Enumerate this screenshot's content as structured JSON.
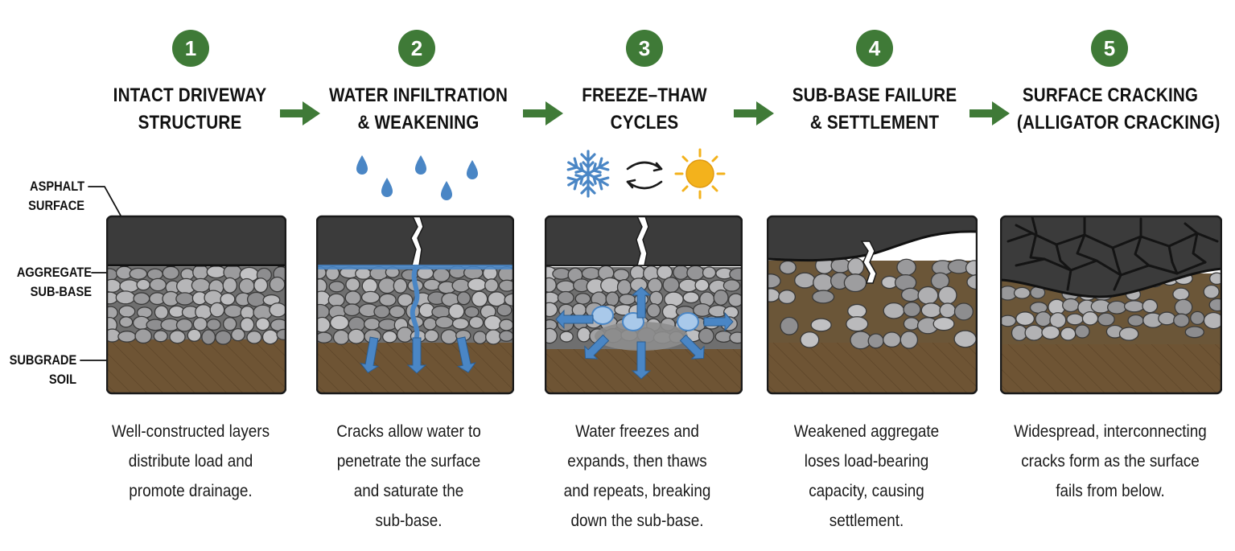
{
  "colors": {
    "accent_green": "#3f7a37",
    "water_blue": "#4a86c5",
    "asphalt": "#3b3b3b",
    "soil": "#6e5434",
    "stone": "#9a9a9a",
    "sun": "#f3b21c",
    "snow": "#4a86c5"
  },
  "icons": {
    "step_arrow": "right-arrow-icon",
    "water": "water-drop-icon",
    "freeze": "snowflake-icon",
    "cycle": "cycle-arrows-icon",
    "thaw": "sun-icon"
  },
  "layer_labels": {
    "asphalt": [
      "ASPHALT",
      "SURFACE"
    ],
    "aggregate": [
      "AGGREGATE",
      "SUB-BASE"
    ],
    "subgrade": [
      "SUBGRADE",
      "SOIL"
    ]
  },
  "steps": [
    {
      "number": "1",
      "title": [
        "INTACT DRIVEWAY",
        "STRUCTURE"
      ],
      "description": [
        "Well-constructed layers",
        "distribute load and",
        "promote drainage."
      ]
    },
    {
      "number": "2",
      "title": [
        "WATER INFILTRATION",
        "& WEAKENING"
      ],
      "description": [
        "Cracks allow water to",
        "penetrate the surface",
        "and saturate the",
        "sub-base."
      ]
    },
    {
      "number": "3",
      "title": [
        "FREEZE–THAW",
        "CYCLES"
      ],
      "description": [
        "Water freezes and",
        "expands, then thaws",
        "and repeats, breaking",
        "down the sub-base."
      ]
    },
    {
      "number": "4",
      "title": [
        "SUB-BASE FAILURE",
        "& SETTLEMENT"
      ],
      "description": [
        "Weakened aggregate",
        "loses load-bearing",
        "capacity, causing",
        "settlement."
      ]
    },
    {
      "number": "5",
      "title": [
        "SURFACE CRACKING",
        "(ALLIGATOR CRACKING)"
      ],
      "description": [
        "Widespread, interconnecting",
        "cracks form as the surface",
        "fails from below."
      ]
    }
  ]
}
